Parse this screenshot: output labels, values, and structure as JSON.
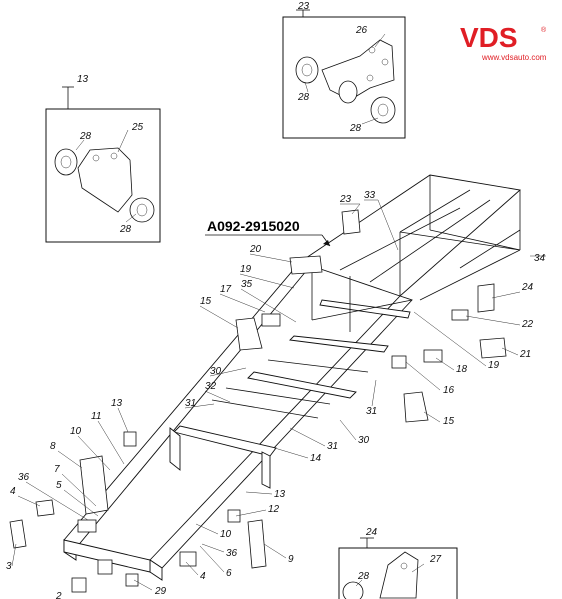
{
  "logo": {
    "brand": "VDS",
    "registered": "®",
    "url": "www.vdsauto.com"
  },
  "part_number": "A092-2915020",
  "callouts": {
    "c2": "2",
    "c3": "3",
    "c4a": "4",
    "c4b": "4",
    "c5": "5",
    "c6": "6",
    "c7": "7",
    "c8": "8",
    "c9": "9",
    "c10a": "10",
    "c10b": "10",
    "c11": "11",
    "c12": "12",
    "c13a": "13",
    "c13b": "13",
    "c14": "14",
    "c15a": "15",
    "c15b": "15",
    "c16": "16",
    "c17": "17",
    "c18": "18",
    "c19a": "19",
    "c19b": "19",
    "c20": "20",
    "c21": "21",
    "c22": "22",
    "c23": "23",
    "c24": "24",
    "c29": "29",
    "c30a": "30",
    "c30b": "30",
    "c31a": "31",
    "c31b": "31",
    "c31c": "31",
    "c32": "32",
    "c33": "33",
    "c34": "34",
    "c35": "35",
    "c36a": "36",
    "c36b": "36"
  },
  "inset_13": {
    "title": "13",
    "labels": {
      "a": "28",
      "b": "25",
      "c": "28"
    }
  },
  "inset_23": {
    "title": "23",
    "labels": {
      "a": "26",
      "b": "28",
      "c": "28"
    }
  },
  "inset_24": {
    "title": "24",
    "labels": {
      "a": "27",
      "b": "28"
    }
  },
  "colors": {
    "brand": "#e01e25",
    "line": "#111111"
  }
}
